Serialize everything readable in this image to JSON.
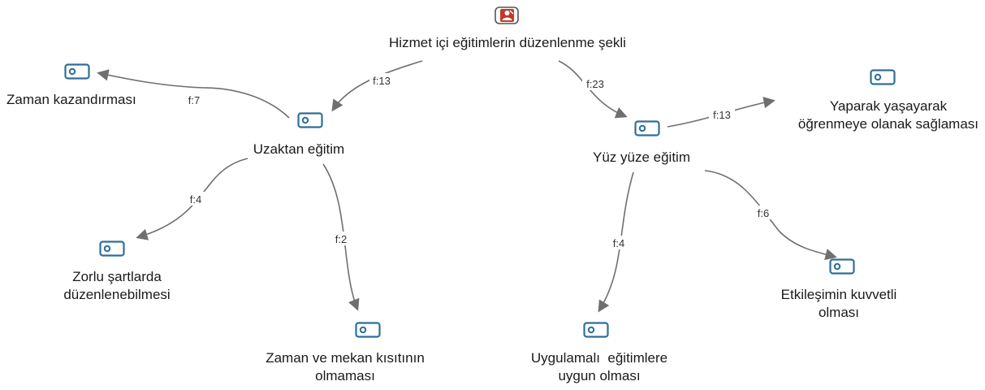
{
  "root": {
    "label": "Hizmet içi eğitimlerin düzenlenme şekli",
    "icon": "document-person-icon",
    "icon_color": "#c0392b"
  },
  "nodes": {
    "uzaktan": {
      "label": "Uzaktan eğitim",
      "icon": "code-icon"
    },
    "yuzyuze": {
      "label": "Yüz yüze eğitim",
      "icon": "code-icon"
    },
    "zaman": {
      "label": "Zaman kazandırması",
      "icon": "code-icon"
    },
    "zorlu": {
      "line1": "Zorlu şartlarda",
      "line2": "düzenlenebilmesi",
      "icon": "code-icon"
    },
    "mekan": {
      "line1": "Zaman ve mekan kısıtının",
      "line2": "olmaması",
      "icon": "code-icon"
    },
    "yaparak": {
      "line1": "Yaparak yaşayarak",
      "line2": "öğrenmeye olanak sağlaması",
      "icon": "code-icon"
    },
    "uygulamali": {
      "line1": "Uygulamalı  eğitimlere",
      "line2": "uygun olması",
      "icon": "code-icon"
    },
    "etkilesim": {
      "line1": "Etkileşimin kuvvetli",
      "line2": "olması",
      "icon": "code-icon"
    }
  },
  "edges": {
    "root_uzaktan": "f:13",
    "root_yuzyuze": "f:23",
    "uzaktan_zaman": "f:7",
    "uzaktan_zorlu": "f:4",
    "uzaktan_mekan": "f:2",
    "yuzyuze_yaparak": "f:13",
    "yuzyuze_uygulamali": "f:4",
    "yuzyuze_etkilesim": "f:6"
  },
  "colors": {
    "code_icon": "#2e6e99",
    "edge": "#6f6f6f"
  }
}
